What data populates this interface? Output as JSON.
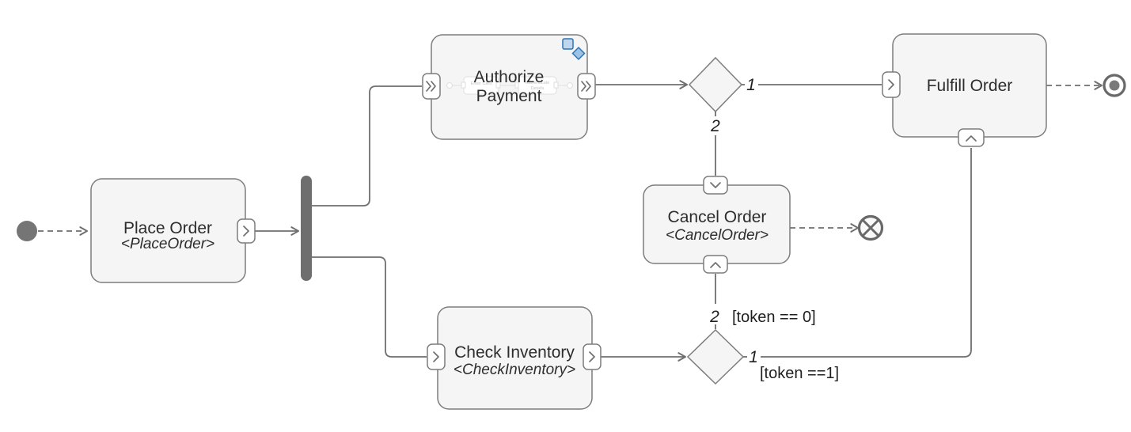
{
  "nodes": {
    "place_order": {
      "title": "Place Order",
      "stereotype": "<PlaceOrder>"
    },
    "authorize_payment": {
      "title_line1": "Authorize",
      "title_line2": "Payment",
      "preview": {
        "step1": "Enter Card",
        "step2_line1": "Authenticate",
        "step2_line2": "Details"
      }
    },
    "check_inventory": {
      "title": "Check Inventory",
      "stereotype": "<CheckInventory>"
    },
    "cancel_order": {
      "title": "Cancel Order",
      "stereotype": "<CancelOrder>"
    },
    "fulfill_order": {
      "title": "Fulfill Order"
    }
  },
  "edges": {
    "auth_decision_branch1": "1",
    "auth_decision_branch2": "2",
    "inventory_decision_branch1": "1",
    "inventory_decision_branch2": "2",
    "guard_token_eq_0": "[token == 0]",
    "guard_token_eq_1": "[token ==1]"
  },
  "colors": {
    "node_fill": "#f5f5f5",
    "node_stroke": "#7d7d7d",
    "edge": "#6f6f6f",
    "fork_bar": "#6e6e6e",
    "start_node": "#757575",
    "text": "#2d2d2d",
    "subprocess_icon_blue": "#2e75b6",
    "subprocess_icon_blue_fill": "#bdd7ee"
  }
}
